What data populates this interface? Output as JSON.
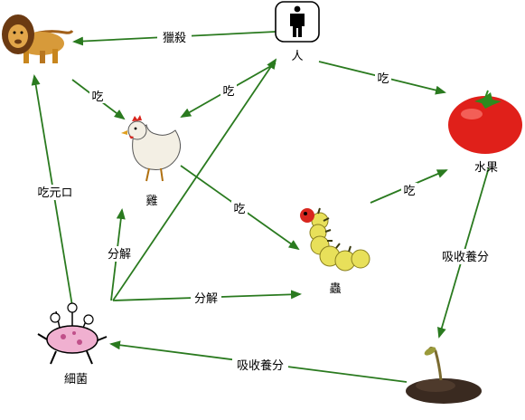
{
  "colors": {
    "edge": "#2a7a1f",
    "tomato": "#e0201a",
    "lion": "#c8861e",
    "chicken": "#f2efe6",
    "worm": "#e6e05a",
    "bacteria": "#e8a0c8",
    "soil": "#3a2a20"
  },
  "nodes": {
    "person": {
      "label": "人",
      "icon": "person-icon"
    },
    "lion": {
      "label": "",
      "icon": "lion-icon"
    },
    "chicken": {
      "label": "雞",
      "icon": "chicken-icon"
    },
    "fruit": {
      "label": "水果",
      "icon": "tomato-icon"
    },
    "insect": {
      "label": "蟲",
      "icon": "caterpillar-icon"
    },
    "bacteria": {
      "label": "細菌",
      "icon": "bacteria-icon"
    },
    "soil": {
      "label": "",
      "icon": "seedling-soil-icon"
    }
  },
  "edges": [
    {
      "id": "person-lion",
      "label": "獵殺"
    },
    {
      "id": "lion-chicken",
      "label": "吃"
    },
    {
      "id": "person-chicken",
      "label": "吃"
    },
    {
      "id": "person-fruit",
      "label": "吃"
    },
    {
      "id": "chicken-insect",
      "label": "吃"
    },
    {
      "id": "insect-fruit",
      "label": "吃"
    },
    {
      "id": "bacteria-lion",
      "label": "吃元ロ"
    },
    {
      "id": "bacteria-chicken",
      "label": "分解"
    },
    {
      "id": "bacteria-insect",
      "label": "分解"
    },
    {
      "id": "fruit-soil",
      "label": "吸收養分"
    },
    {
      "id": "soil-bacteria",
      "label": "吸收養分"
    }
  ]
}
